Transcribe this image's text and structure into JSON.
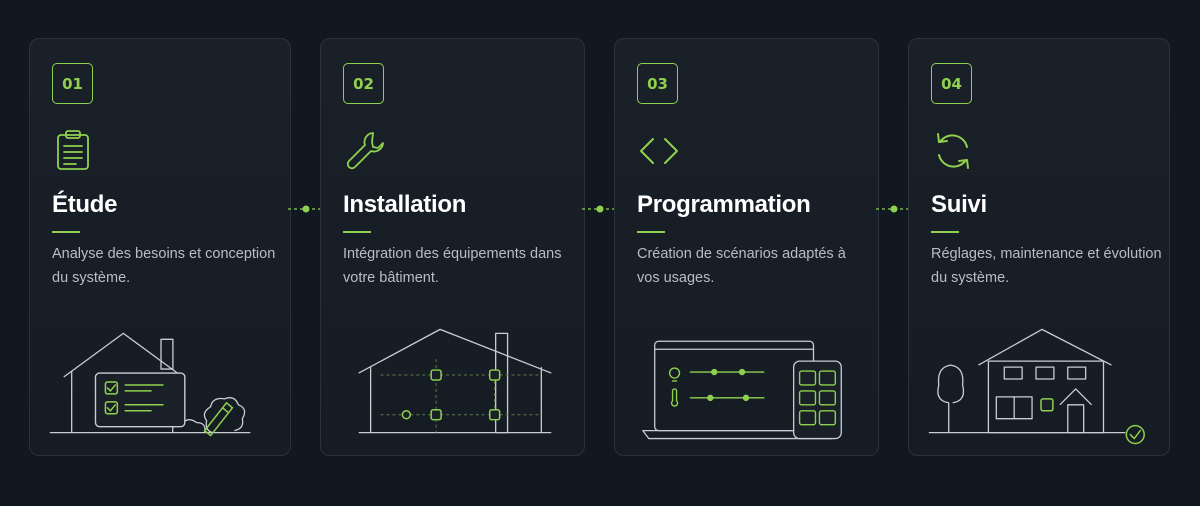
{
  "colors": {
    "accent": "#8fd14f",
    "background": "#121820",
    "card_border": "#2a323c",
    "text": "#ffffff",
    "muted": "#b8bec6"
  },
  "steps": [
    {
      "number": "01",
      "icon": "clipboard-icon",
      "title": "Étude",
      "description": "Analyse des besoins et conception du système."
    },
    {
      "number": "02",
      "icon": "wrench-icon",
      "title": "Installation",
      "description": "Intégration des équipements dans votre bâtiment."
    },
    {
      "number": "03",
      "icon": "code-icon",
      "title": "Programmation",
      "description": "Création de scénarios adaptés à vos usages."
    },
    {
      "number": "04",
      "icon": "refresh-icon",
      "title": "Suivi",
      "description": "Réglages, maintenance et évolution du système."
    }
  ]
}
